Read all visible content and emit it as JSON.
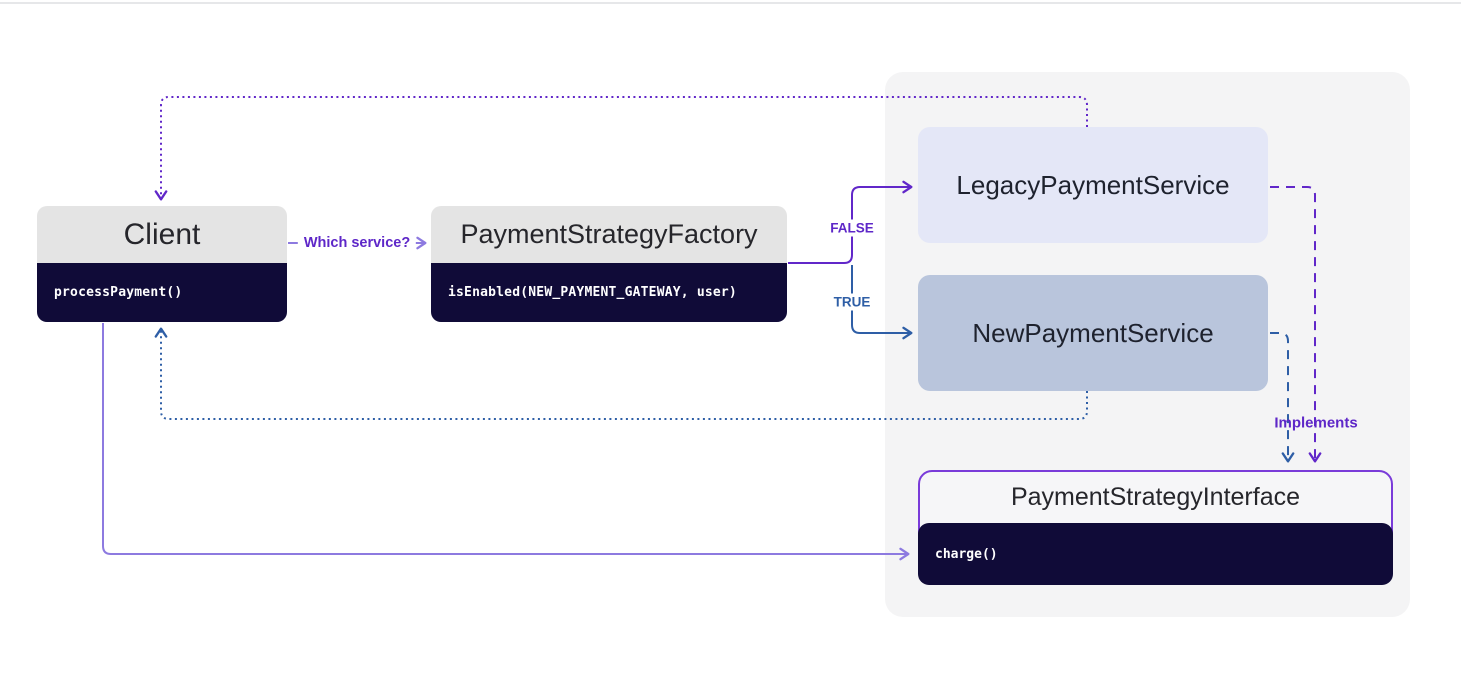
{
  "diagram": {
    "nodes": {
      "client": {
        "title": "Client",
        "method": "processPayment()"
      },
      "factory": {
        "title": "PaymentStrategyFactory",
        "method": "isEnabled(NEW_PAYMENT_GATEWAY, user)"
      },
      "legacy_service": {
        "title": "LegacyPaymentService"
      },
      "new_service": {
        "title": "NewPaymentService"
      },
      "strategy_interface": {
        "title": "PaymentStrategyInterface",
        "method": "charge()"
      }
    },
    "edge_labels": {
      "which_service": "Which service?",
      "false_branch": "FALSE",
      "true_branch": "TRUE",
      "implements": "Implements"
    },
    "colors": {
      "purple": "#6127c9",
      "blue": "#2e5ea6",
      "light-purple": "#8d7ae0",
      "label-purple": "#5e27c8",
      "navy": "#100b38",
      "header-gray": "#e4e4e4",
      "legacy-bg": "#e4e7f7",
      "new-bg": "#b9c5dc",
      "panel-bg": "#f4f4f5",
      "iface-border": "#7a3bd9",
      "iface-header-bg": "#f6f6f8",
      "title-color": "#26262b"
    }
  }
}
